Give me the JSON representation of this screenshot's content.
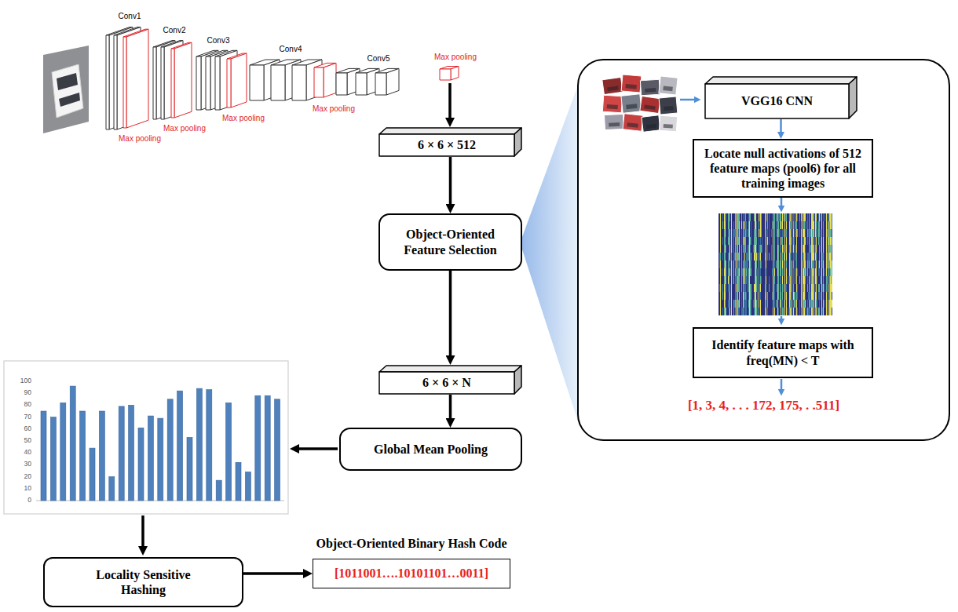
{
  "diagram": {
    "nodes": [
      {
        "text": [
          "6 × 6 × 512"
        ]
      },
      {
        "text": [
          "Object-Oriented Feature Selection"
        ]
      },
      {
        "text": [
          "6 × 6 × N"
        ]
      },
      {
        "text": [
          "Global Mean Pooling"
        ]
      },
      {
        "text": [
          "Locality Sensitive Hashing"
        ]
      },
      {
        "text": [
          "Object-Oriented Binary Hash Code",
          "[1011001….10101101…0011]"
        ]
      },
      {
        "text": [
          "[1, 3, 4, . . . 172, 175, . .511]"
        ]
      },
      {
        "text": [
          "VGG16 CNN"
        ],
        "in": 6
      },
      {
        "text": [
          "Locate null activations of 512 feature maps (pool6) for all training images"
        ],
        "in": 6
      },
      {
        "text": [
          "Identify feature maps with freq(MN) < T"
        ],
        "in": 6
      }
    ],
    "edges": [
      {
        "from": 0,
        "to": 1,
        "arrow": "to"
      },
      {
        "from": 1,
        "to": 2,
        "arrow": "to"
      },
      {
        "from": 2,
        "to": 3,
        "arrow": "to"
      },
      {
        "from": 4,
        "to": 5,
        "arrow": "to"
      },
      {
        "from": 7,
        "to": 8,
        "arrow": "to"
      }
    ],
    "labels": [
      "Conv1",
      "Conv2",
      "Conv3",
      "Conv4",
      "Conv5",
      "Max pooling",
      "Max pooling",
      "Max pooling",
      "Max pooling",
      "Max pooling",
      "100",
      "90",
      "80",
      "70",
      "60",
      "50",
      "40",
      "30",
      "20",
      "10",
      "0"
    ]
  }
}
